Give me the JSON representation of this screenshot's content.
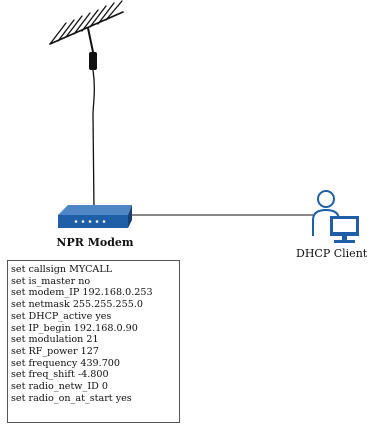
{
  "modem": {
    "label": "NPR Modem",
    "icon": "router-icon",
    "color": "#1f5fa8"
  },
  "client": {
    "label": "DHCP Client",
    "icon": "user-computer-icon",
    "color": "#1f5fa8"
  },
  "antenna": {
    "icon": "yagi-antenna-icon"
  },
  "config_lines": [
    "set callsign MYCALL",
    "set is_master no",
    "set modem_IP 192.168.0.253",
    "set netmask 255.255.255.0",
    "set DHCP_active yes",
    "set IP_begin 192.168.0.90",
    "set modulation 21",
    "set RF_power 127",
    "set frequency 439.700",
    "set freq_shift -4.800",
    "set radio_netw_ID 0",
    "set radio_on_at_start yes"
  ]
}
